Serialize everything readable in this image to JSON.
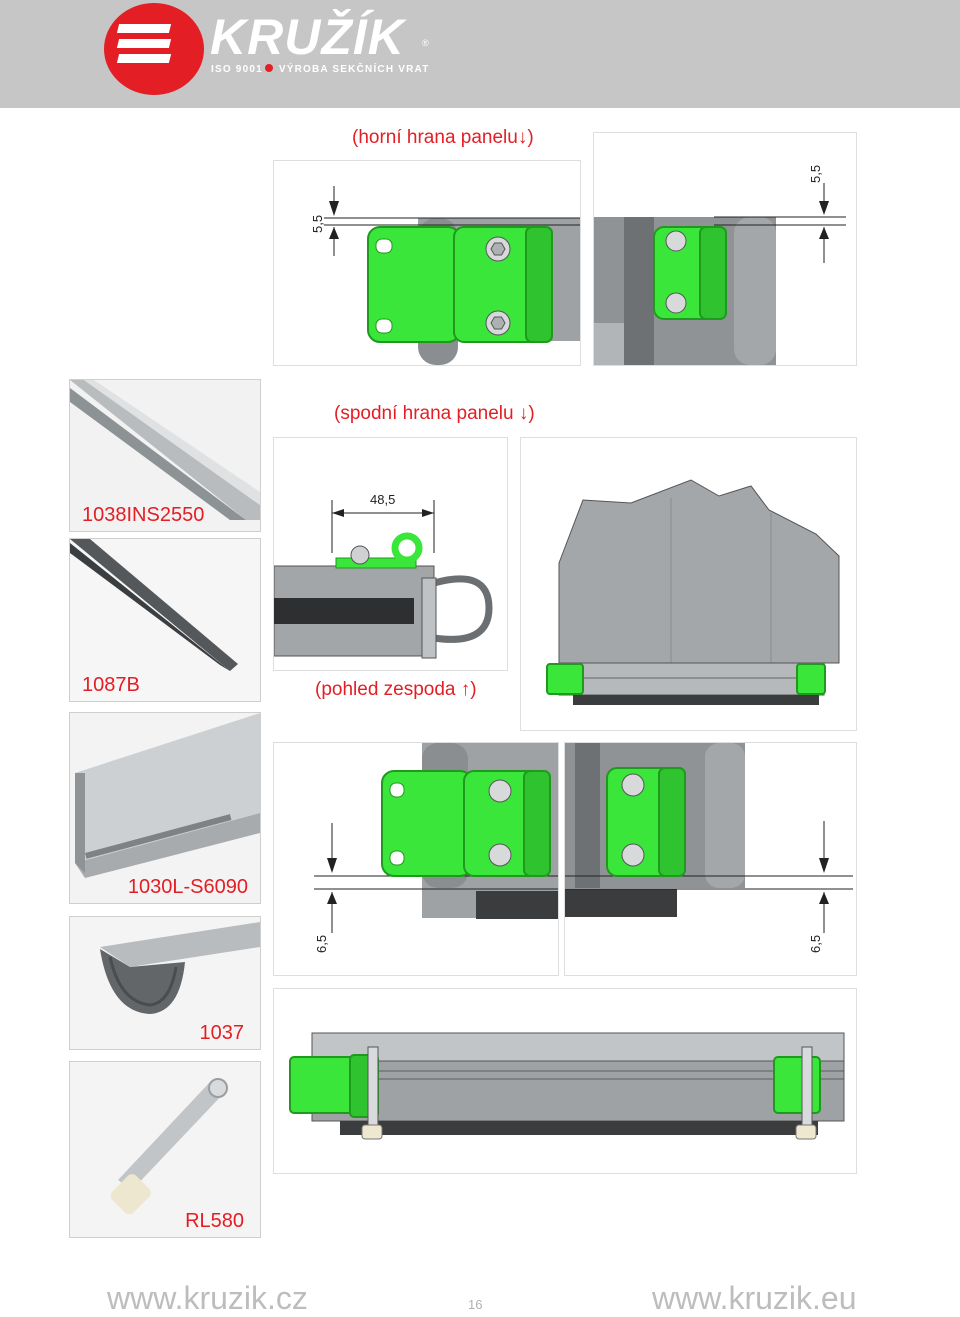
{
  "brand": {
    "name": "KRUŽÍK",
    "registered": "®",
    "iso": "ISO 9001",
    "tagline": "VÝROBA SEKČNÍCH VRAT",
    "accent_color": "#e31e24",
    "hinge_color": "#39e639"
  },
  "captions": {
    "top_edge": "(horní hrana panelu↓)",
    "bottom_edge": "(spodní hrana panelu ↓)",
    "bottom_view": "(pohled zespoda ↑)"
  },
  "dimensions": {
    "top_left": "5,5",
    "top_right": "5,5",
    "profile_width": "48,5",
    "bottom_left": "6,5",
    "bottom_right": "6,5"
  },
  "products": [
    {
      "code": "1038INS2550",
      "icon": "aluminium-rail-photo"
    },
    {
      "code": "1087B",
      "icon": "brush-seal-photo"
    },
    {
      "code": "1030L-S6090",
      "icon": "aluminium-profile-photo"
    },
    {
      "code": "1037",
      "icon": "rubber-seal-photo"
    },
    {
      "code": "RL580",
      "icon": "roller-photo"
    }
  ],
  "footer": {
    "url_left": "www.kruzik.cz",
    "url_right": "www.kruzik.eu",
    "page_number": "16"
  }
}
